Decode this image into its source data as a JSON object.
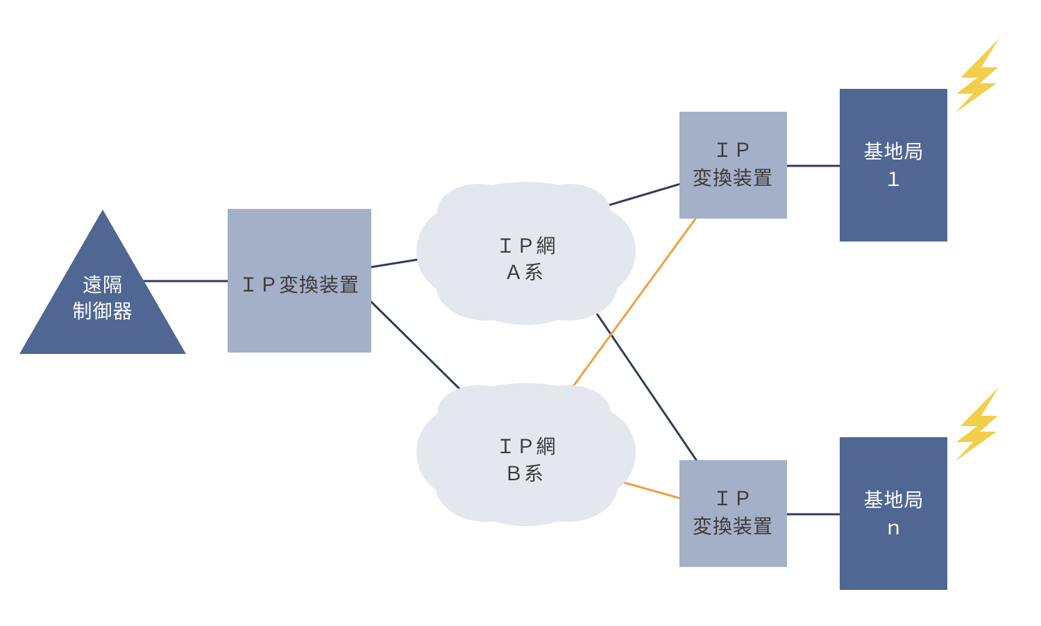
{
  "colors": {
    "dark_navy": "#4f6792",
    "gray_blue": "#a4b0c8",
    "cloud": "#e4e7ee",
    "line_dark": "#2e3d5c",
    "line_orange": "#f0a040",
    "lightning": "#f2cf4a",
    "text_dark": "#3a3a3a",
    "text_light": "#ffffff"
  },
  "remote_controller": {
    "line1": "遠隔",
    "line2": "制御器"
  },
  "ip_converter_main": {
    "label": "ＩＰ変換装置"
  },
  "ip_network_a": {
    "line1": "ＩＰ網",
    "line2": "Ａ系"
  },
  "ip_network_b": {
    "line1": "ＩＰ網",
    "line2": "Ｂ系"
  },
  "ip_converter_1": {
    "line1": "ＩＰ",
    "line2": "変換装置"
  },
  "ip_converter_n": {
    "line1": "ＩＰ",
    "line2": "変換装置"
  },
  "base_station_1": {
    "line1": "基地局",
    "line2": "１"
  },
  "base_station_n": {
    "line1": "基地局",
    "line2": "ｎ"
  },
  "icons": [
    "lightning-icon",
    "lightning-icon"
  ]
}
